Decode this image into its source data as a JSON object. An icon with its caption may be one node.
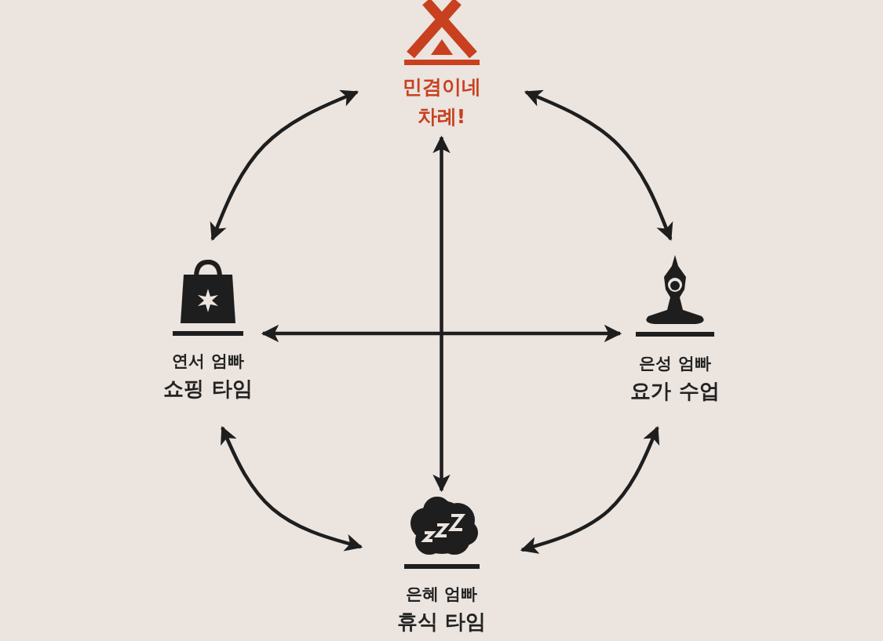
{
  "diagram": {
    "nodes": [
      {
        "text": [
          "민겸이네 차례!"
        ]
      },
      {
        "text": [
          "연서 엄빠",
          "쇼핑 타임"
        ]
      },
      {
        "text": [
          "은성 엄빠",
          "요가 수업"
        ]
      },
      {
        "text": [
          "은혜 엄빠",
          "휴식 타임"
        ]
      }
    ],
    "edges": [
      {
        "from": 0,
        "to": 1,
        "arrow": "both"
      },
      {
        "from": 0,
        "to": 2,
        "arrow": "both"
      },
      {
        "from": 2,
        "to": 3,
        "arrow": "both"
      },
      {
        "from": 1,
        "to": 3,
        "arrow": "both"
      },
      {
        "from": 0,
        "to": 3,
        "arrow": "both"
      },
      {
        "from": 1,
        "to": 2,
        "arrow": "both"
      }
    ]
  }
}
